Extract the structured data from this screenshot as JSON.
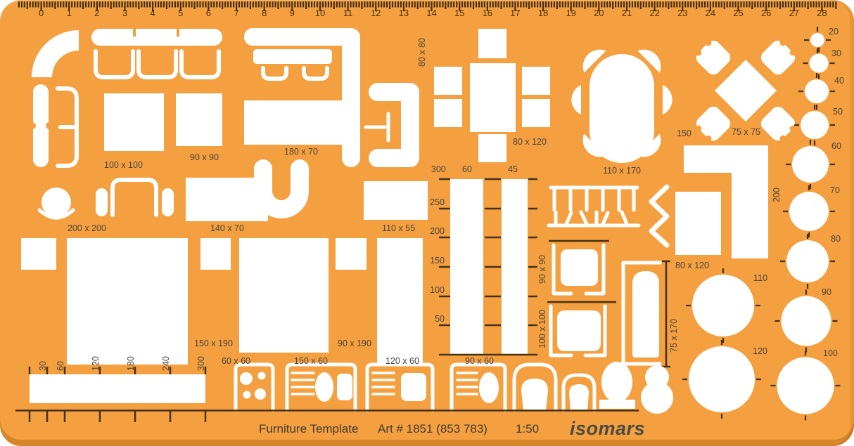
{
  "footer": {
    "title": "Furniture Template",
    "art_number": "Art # 1851 (853 783)",
    "scale_ratio": "1:50",
    "brand": "isomars"
  },
  "top_ruler": {
    "numbers": [
      "0",
      "1",
      "2",
      "3",
      "4",
      "5",
      "6",
      "7",
      "8",
      "9",
      "10",
      "11",
      "12",
      "13",
      "14",
      "15",
      "16",
      "17",
      "18",
      "19",
      "20",
      "21",
      "22",
      "23",
      "24",
      "25",
      "26",
      "27",
      "28"
    ]
  },
  "bottom_scale": {
    "labels": [
      "30",
      "60",
      "120",
      "180",
      "240",
      "300"
    ]
  },
  "column_scale": {
    "headers": [
      "300",
      "60",
      "45"
    ],
    "side_values": [
      "250",
      "200",
      "150",
      "100",
      "50"
    ]
  },
  "dim_labels": {
    "sofa_square": "100 x 100",
    "chair_square": "90 x 90",
    "table_180x70": "180 x 70",
    "table_80x80": "80 x 80",
    "table_80x120": "80 x 120",
    "table_110x170": "110 x 170",
    "table_75x75": "75 x 75",
    "counter_150": "150",
    "bed_200x200": "200 x 200",
    "bench_140x70": "140 x 70",
    "bench_110x55": "110 x 55",
    "bed_150x190": "150 x 190",
    "bed_90x190": "90 x 190",
    "stove_60x60": "60 x 60",
    "counter_150x60": "150 x 60",
    "counter_120x60": "120 x 60",
    "counter_90x60": "90 x 60",
    "wardrobe_90x90": "90 x 90",
    "wardrobe_100x100": "100 x 100",
    "rect_80x120": "80 x 120",
    "bathtub_75x170": "75 x 170",
    "counter_depth_200": "200"
  },
  "circle_labels": {
    "c20": "20",
    "c30": "30",
    "c40": "40",
    "c50": "50",
    "c60": "60",
    "c70": "70",
    "c80": "80",
    "c90": "90",
    "c100": "100",
    "c110": "110",
    "c120": "120"
  },
  "colors": {
    "body": "#F5A040",
    "cutout": "#FFFFFF",
    "label_ink": "#49443A",
    "ruler_ink": "#45300F",
    "edge_shade": "#D9882B"
  }
}
